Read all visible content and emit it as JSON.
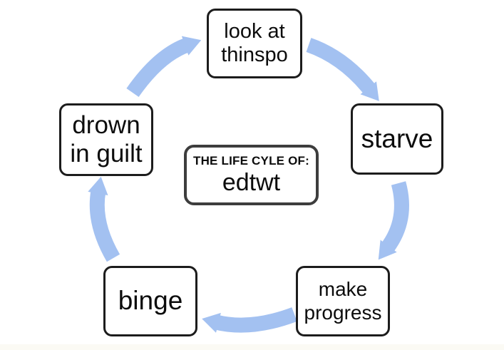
{
  "colors": {
    "arrow": "#a3c1f1",
    "box_border": "#1c1c1c",
    "center_border": "#3d3d3d",
    "background": "#ffffff",
    "bottom_strip": "#fbfaf4"
  },
  "center_box": {
    "label": "THE LIFE CYLE OF:",
    "title": "edtwt"
  },
  "nodes": [
    {
      "id": "look-at-thinspo",
      "label": "look at thinspo"
    },
    {
      "id": "starve",
      "label": "starve"
    },
    {
      "id": "make-progress",
      "label": "make progress"
    },
    {
      "id": "binge",
      "label": "binge"
    },
    {
      "id": "drown-in-guilt",
      "label": "drown in guilt"
    }
  ],
  "arrows": [
    {
      "from": "drown in guilt",
      "to": "look at thinspo"
    },
    {
      "from": "look at thinspo",
      "to": "starve"
    },
    {
      "from": "starve",
      "to": "make progress"
    },
    {
      "from": "make progress",
      "to": "binge"
    },
    {
      "from": "binge",
      "to": "drown in guilt"
    }
  ]
}
